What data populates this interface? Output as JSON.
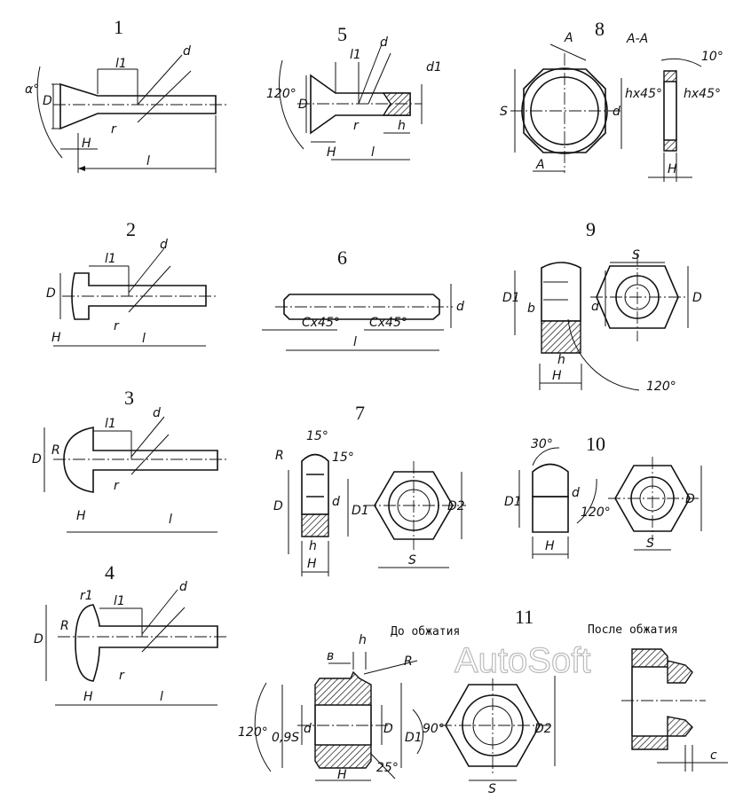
{
  "watermark": "AutoSoft",
  "figures": [
    {
      "number": "1",
      "labels": [
        "l1",
        "d",
        "D",
        "H",
        "r",
        "l",
        "α°"
      ]
    },
    {
      "number": "2",
      "labels": [
        "l1",
        "d",
        "D",
        "r",
        "H",
        "l"
      ]
    },
    {
      "number": "3",
      "labels": [
        "l1",
        "d",
        "R",
        "D",
        "r",
        "H",
        "l"
      ]
    },
    {
      "number": "4",
      "labels": [
        "r1",
        "l1",
        "d",
        "R",
        "D",
        "r",
        "H",
        "l"
      ]
    },
    {
      "number": "5",
      "labels": [
        "l1",
        "d",
        "d1",
        "120°",
        "D",
        "r",
        "h",
        "H",
        "l"
      ]
    },
    {
      "number": "6",
      "labels": [
        "Cx45°",
        "Cx45°",
        "d",
        "l"
      ]
    },
    {
      "number": "7",
      "labels": [
        "R",
        "15°",
        "15°",
        "D",
        "d",
        "D1",
        "h",
        "H",
        "D2",
        "S"
      ]
    },
    {
      "number": "8",
      "labels": [
        "A",
        "A-A",
        "10°",
        "hx45°",
        "hx45°",
        "S",
        "d",
        "A",
        "H"
      ]
    },
    {
      "number": "9",
      "labels": [
        "S",
        "D1",
        "b",
        "d",
        "D",
        "h",
        "H",
        "120°"
      ]
    },
    {
      "number": "10",
      "labels": [
        "30°",
        "D1",
        "d",
        "120°",
        "H",
        "D",
        "S"
      ]
    },
    {
      "number": "11",
      "labels": [
        "h",
        "в",
        "R",
        "120°",
        "0,9S",
        "d",
        "D",
        "D1",
        "90°",
        "25°",
        "H",
        "D2",
        "S",
        "c"
      ],
      "before_caption": "До обжатия",
      "after_caption": "После обжатия"
    }
  ]
}
